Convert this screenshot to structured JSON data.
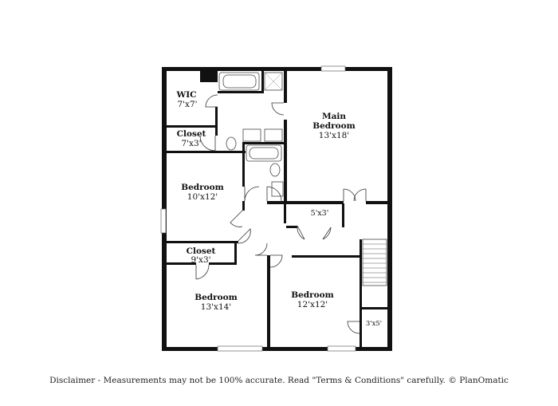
{
  "rooms": {
    "wic": {
      "name": "WIC",
      "dims": "7'x7'"
    },
    "closet_upper": {
      "name": "Closet",
      "dims": "7'x3'"
    },
    "main_bedroom": {
      "name": "Main",
      "name2": "Bedroom",
      "dims": "13'x18'"
    },
    "bedroom_left": {
      "name": "Bedroom",
      "dims": "10'x12'"
    },
    "linen_closet": {
      "dims": "5'x3'"
    },
    "closet_lower": {
      "name": "Closet",
      "dims": "9'x3'"
    },
    "bedroom_bottom_left": {
      "name": "Bedroom",
      "dims": "13'x14'"
    },
    "bedroom_bottom_right": {
      "name": "Bedroom",
      "dims": "12'x12'"
    },
    "small_closet": {
      "dims": "3'x5'"
    }
  },
  "disclaimer": "Disclaimer - Measurements may not be 100% accurate. Read \"Terms & Conditions\" carefully. © PlanOmatic"
}
